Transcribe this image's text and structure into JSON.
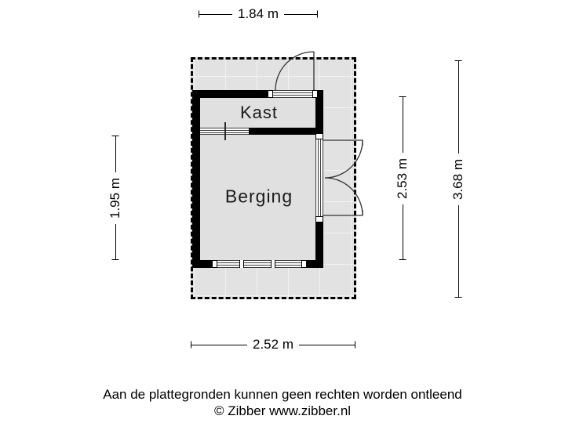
{
  "plan": {
    "rooms": {
      "kast": {
        "label": "Kast"
      },
      "berging": {
        "label": "Berging"
      }
    },
    "dimensions": {
      "top": {
        "label": "1.84 m"
      },
      "left": {
        "label": "1.95 m"
      },
      "right_inner": {
        "label": "2.53 m"
      },
      "right_outer": {
        "label": "3.68 m"
      },
      "bottom": {
        "label": "2.52 m"
      }
    },
    "features": {
      "top_door": "single door swinging outward",
      "right_doors": "double doors swinging outward",
      "bottom_window": "three-pane window",
      "interior_window": "glazed strip between Kast and Berging"
    },
    "colors": {
      "wall": "#000000",
      "room_floor": "#e0e0e0",
      "plot_fill": "#e2e2e2",
      "grid_line": "#f2f2f2"
    }
  },
  "footer": {
    "disclaimer": "Aan de plattegronden kunnen geen rechten worden ontleend",
    "copyright": "© Zibber www.zibber.nl"
  }
}
